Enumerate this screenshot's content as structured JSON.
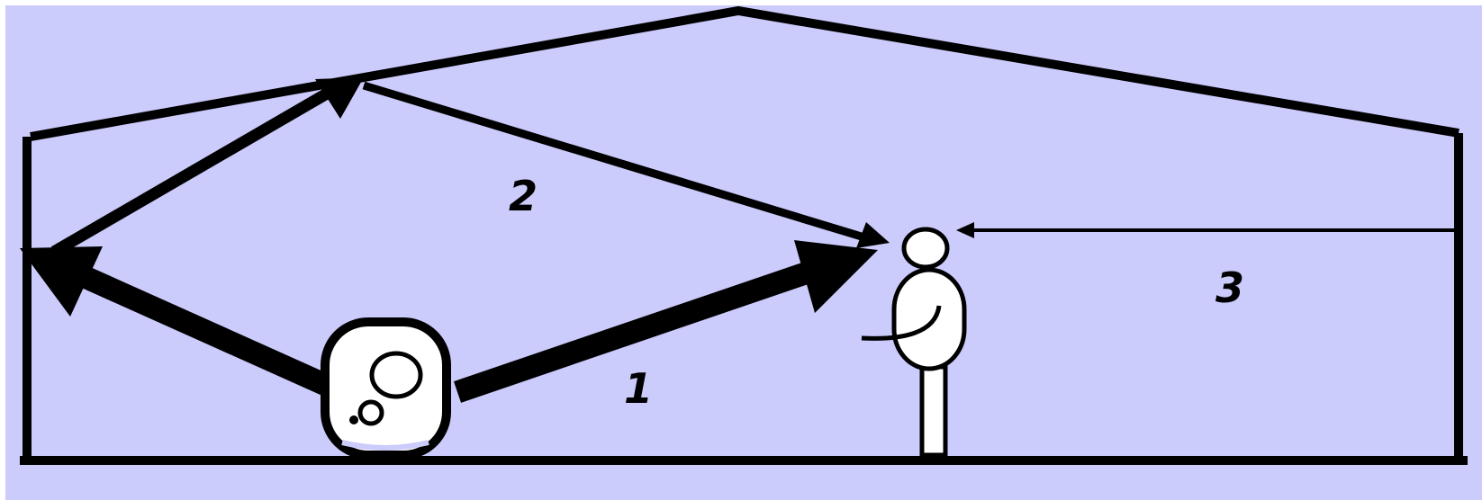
{
  "diagram": {
    "colors": {
      "background": "#cbcbfc",
      "ink": "#000000",
      "figure_fill": "#ffffff"
    },
    "paths": [
      {
        "label": "1"
      },
      {
        "label": "2"
      },
      {
        "label": "3"
      }
    ]
  }
}
